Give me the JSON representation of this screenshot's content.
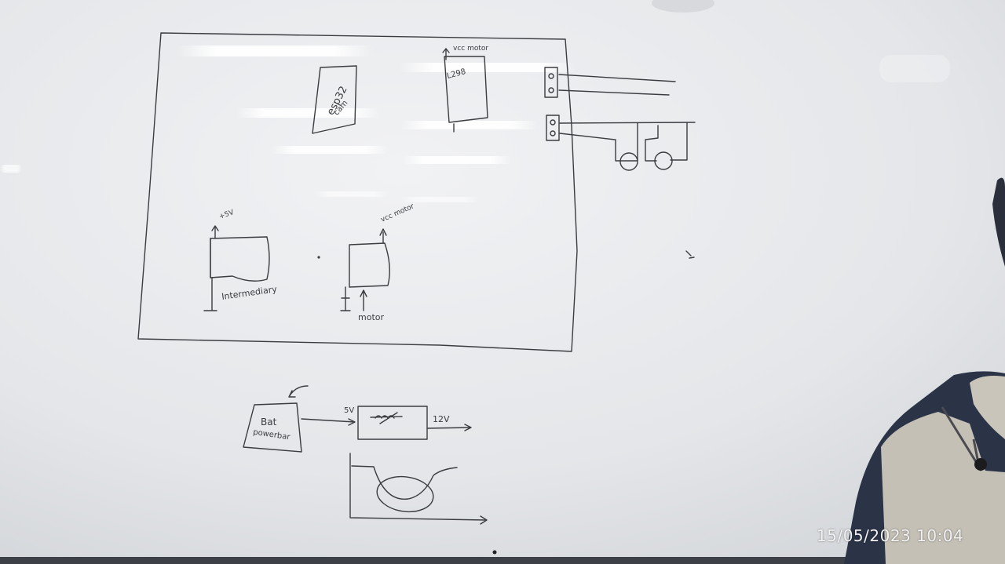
{
  "photo": {
    "subject": "Whiteboard with hand-drawn circuit sketches",
    "timestamp": "15/05/2023 10:04"
  },
  "labels": {
    "esp32": "esp32",
    "cam": "cam",
    "vcc_motor_top": "vcc motor",
    "l298": "L298",
    "plus_5v": "+5V",
    "intermediary": "Intermediary",
    "vcc_motor_mid": "vcc motor",
    "motor": "motor",
    "battery_line1": "Bat",
    "battery_line2": "powerbar",
    "converter_in": "5V",
    "converter_out": "12V"
  },
  "colors": {
    "board": "#eaecef",
    "ink": "#3a3c40",
    "jacket_dark": "#2b3347",
    "jacket_light": "#c4c0b6",
    "bottom_frame": "#3d4147"
  }
}
